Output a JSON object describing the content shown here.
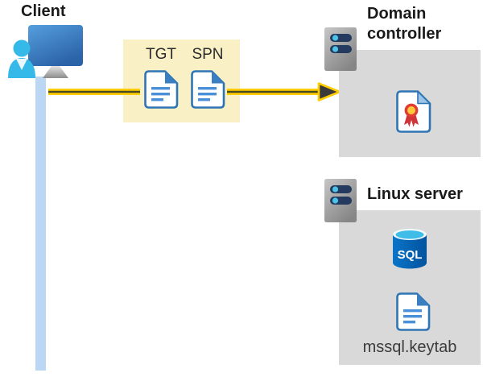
{
  "client": {
    "label": "Client"
  },
  "tickets": {
    "tgt_label": "TGT",
    "spn_label": "SPN"
  },
  "domain_controller": {
    "label": "Domain controller"
  },
  "linux_server": {
    "label": "Linux server",
    "sql_badge": "SQL",
    "keytab_label": "mssql.keytab"
  },
  "colors": {
    "arrow_yellow": "#FFCC00",
    "arrow_core": "#4A4A20",
    "arrowhead_gray": "#3A3A3A",
    "ticket_box_bg": "#FAF0C6",
    "panel_bg": "#D9D9D9",
    "doc_blue": "#2E75B6",
    "doc_line_blue": "#4A90D9",
    "person_cyan": "#35B9E9",
    "lifeline_blue": "#BCD7F4",
    "cert_red": "#D13438",
    "cert_gold": "#FFC83D",
    "sql_body_blue": "#0467B8",
    "sql_top_cyan": "#3FBDE8",
    "server_bar_navy": "#243A5E",
    "server_dot_cyan": "#4DC3E8"
  }
}
